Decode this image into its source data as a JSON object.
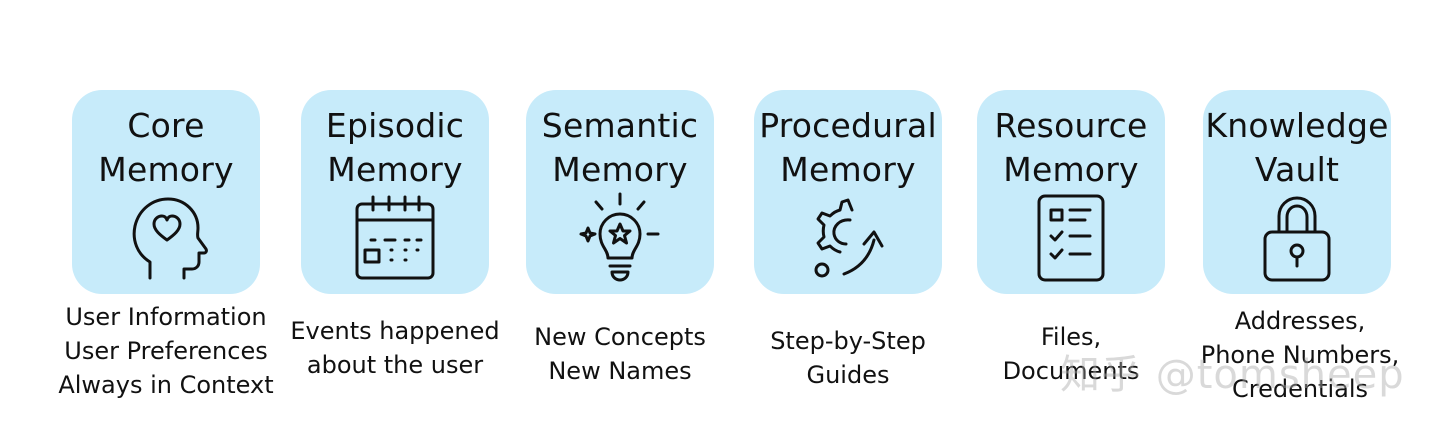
{
  "cards": [
    {
      "title": "Core\nMemory",
      "icon": "head-heart-icon",
      "description": "User Information\nUser Preferences\nAlways in Context"
    },
    {
      "title": "Episodic\nMemory",
      "icon": "calendar-icon",
      "description": "Events happened\nabout the user"
    },
    {
      "title": "Semantic\nMemory",
      "icon": "lightbulb-star-icon",
      "description": "New Concepts\nNew Names"
    },
    {
      "title": "Procedural\nMemory",
      "icon": "gear-arrow-icon",
      "description": "Step-by-Step\nGuides"
    },
    {
      "title": "Resource\nMemory",
      "icon": "checklist-document-icon",
      "description": "Files,\nDocuments"
    },
    {
      "title": "Knowledge\nVault",
      "icon": "padlock-icon",
      "description": "Addresses,\nPhone Numbers,\nCredentials"
    }
  ],
  "watermark": "知乎 @tomsheep",
  "colors": {
    "card_background": "#c7ebfa",
    "text": "#111111",
    "watermark": "#aaaaaa"
  }
}
